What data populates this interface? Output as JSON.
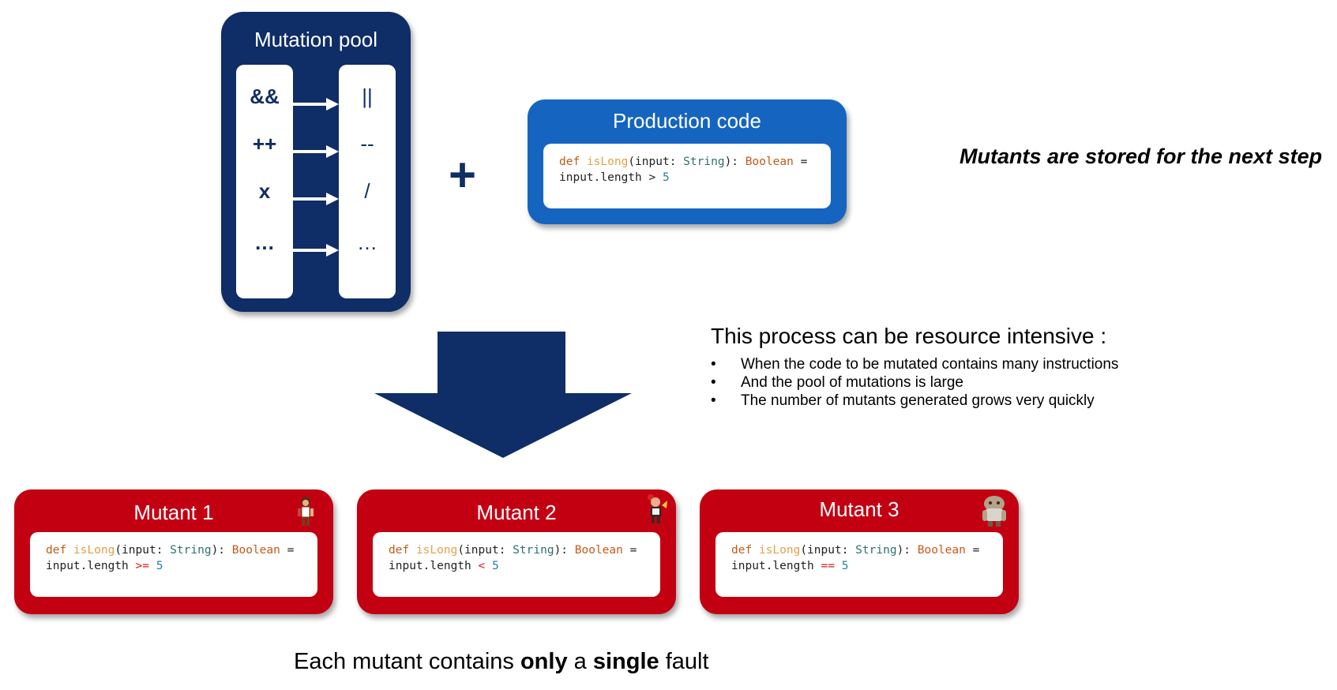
{
  "mutation_pool": {
    "title": "Mutation pool",
    "pairs": [
      {
        "from": "&&",
        "to": "||"
      },
      {
        "from": "++",
        "to": "--"
      },
      {
        "from": "x",
        "to": "/"
      },
      {
        "from": "…",
        "to": "…"
      }
    ]
  },
  "plus_symbol": "+",
  "production": {
    "title": "Production code",
    "code": {
      "def": "def",
      "fn": "isLong",
      "open": "(input: ",
      "type": "String",
      "close": "): ",
      "ret": "Boolean",
      "eq": " =",
      "line2_prefix": "input.length ",
      "operator": ">",
      "space": " ",
      "number": "5"
    }
  },
  "side_note": "Mutants are stored for the next step",
  "resource": {
    "title": "This process can be resource intensive :",
    "bullets": [
      "When the code to be mutated contains many instructions",
      "And the pool of mutations is large",
      "The number of mutants generated grows very quickly"
    ]
  },
  "mutants": [
    {
      "title": "Mutant 1",
      "operator": ">="
    },
    {
      "title": "Mutant 2",
      "operator": "<"
    },
    {
      "title": "Mutant 3",
      "operator": "=="
    }
  ],
  "mutant_code": {
    "def": "def",
    "fn": "isLong",
    "open": "(input: ",
    "type": "String",
    "close": "): ",
    "ret": "Boolean",
    "eq": " =",
    "line2_prefix": "input.length ",
    "space": " ",
    "number": "5"
  },
  "footer": {
    "part1": "Each mutant contains ",
    "bold1": "only",
    "part2": " a ",
    "bold2": "single",
    "part3": " fault"
  },
  "colors": {
    "navy": "#0f2d66",
    "production_blue": "#1565c0",
    "mutant_red": "#c30012",
    "keyword_orange": "#c45a16",
    "function_yellow": "#e1a24a",
    "type_teal": "#2f6f6f",
    "number_blue": "#2a7ca8",
    "operator_red": "#d81c1c"
  }
}
